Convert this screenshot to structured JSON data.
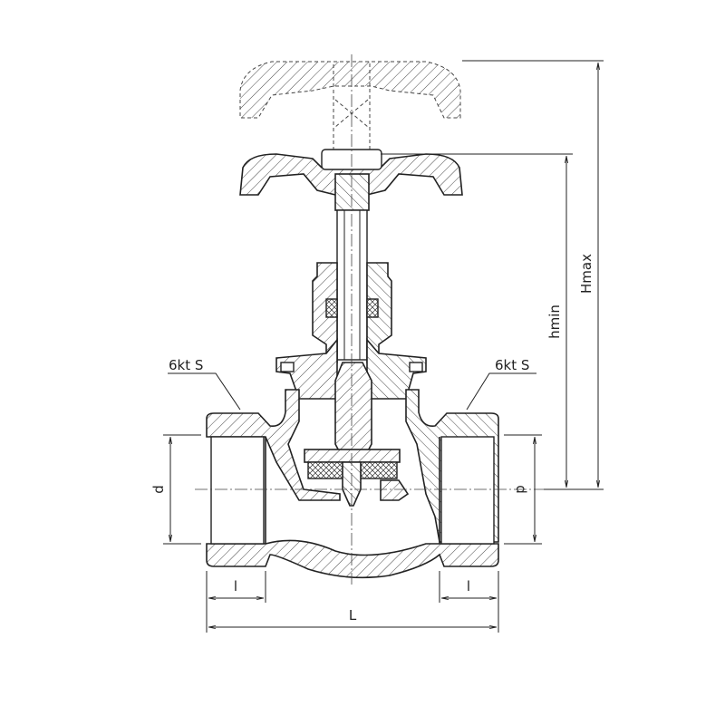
{
  "labels": {
    "hex_left": "6kt S",
    "hex_right": "6kt S",
    "d_left": "d",
    "d_right": "d",
    "l_left": "l",
    "l_right": "l",
    "L": "L",
    "hmin": "hmin",
    "Hmax": "Hmax"
  },
  "colors": {
    "line": "#222222",
    "background": "#ffffff"
  }
}
